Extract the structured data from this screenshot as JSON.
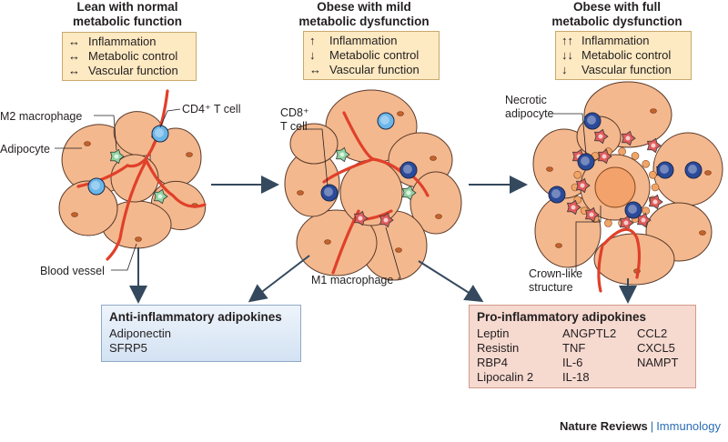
{
  "stages": [
    {
      "title_line1": "Lean with normal",
      "title_line2": "metabolic function",
      "rows": [
        {
          "symbol": "↔",
          "text": "Inflammation"
        },
        {
          "symbol": "↔",
          "text": "Metabolic control"
        },
        {
          "symbol": "↔",
          "text": "Vascular function"
        }
      ]
    },
    {
      "title_line1": "Obese with mild",
      "title_line2": "metabolic dysfunction",
      "rows": [
        {
          "symbol": "↑",
          "text": "Inflammation"
        },
        {
          "symbol": "↓",
          "text": "Metabolic control"
        },
        {
          "symbol": "↔",
          "text": "Vascular function"
        }
      ]
    },
    {
      "title_line1": "Obese with full",
      "title_line2": "metabolic dysfunction",
      "rows": [
        {
          "symbol": "↑↑",
          "text": "Inflammation"
        },
        {
          "symbol": "↓↓",
          "text": "Metabolic control"
        },
        {
          "symbol": "↓",
          "text": "Vascular function"
        }
      ]
    }
  ],
  "labels": {
    "m2_macrophage": "M2 macrophage",
    "cd4_t_cell": "CD4⁺ T cell",
    "adipocyte": "Adipocyte",
    "blood_vessel": "Blood vessel",
    "cd8_t_cell_line1": "CD8⁺",
    "cd8_t_cell_line2": "T cell",
    "m1_macrophage": "M1 macrophage",
    "necrotic_adipocyte_line1": "Necrotic",
    "necrotic_adipocyte_line2": "adipocyte",
    "crown_like_line1": "Crown-like",
    "crown_like_line2": "structure"
  },
  "anti_inflammatory": {
    "title": "Anti-inflammatory adipokines",
    "items": [
      "Adiponectin",
      "SFRP5"
    ]
  },
  "pro_inflammatory": {
    "title": "Pro-inflammatory adipokines",
    "columns": [
      [
        "Leptin",
        "Resistin",
        "RBP4",
        "Lipocalin 2"
      ],
      [
        "ANGPTL2",
        "TNF",
        "IL-6",
        "IL-18"
      ],
      [
        "CCL2",
        "CXCL5",
        "NAMPT"
      ]
    ]
  },
  "footer": {
    "journal": "Nature Reviews",
    "separator": "|",
    "field": "Immunology"
  },
  "colors": {
    "adipocyte": "#f4b88e",
    "adipocyte_outline": "#5a3a2a",
    "nucleus": "#c2622c",
    "vessel": "#e0402a",
    "m2_macrophage": "#8fd3a0",
    "m1_macrophage": "#e05a5a",
    "cd4_t_cell": "#6ab6e8",
    "cd8_t_cell": "#2c4a9a",
    "arrow": "#34495e"
  }
}
